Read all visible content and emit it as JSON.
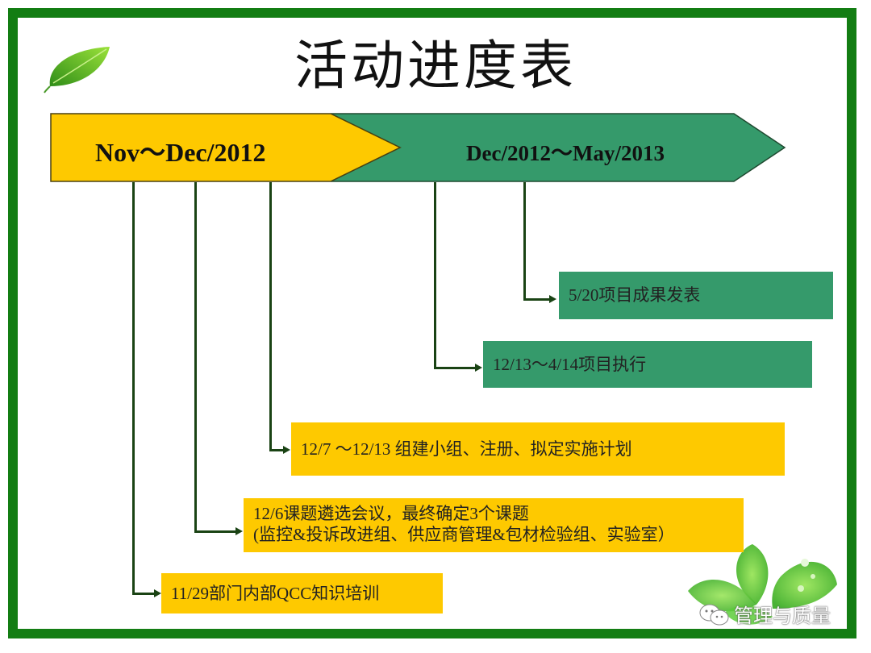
{
  "slide": {
    "title": "活动进度表",
    "border_color": "#137d13"
  },
  "phases": [
    {
      "label": "Nov～Dec/2012",
      "color": "#fec900"
    },
    {
      "label": "Dec/2012～May/2013",
      "color": "#359a6b"
    }
  ],
  "milestones": [
    {
      "text": "5/20项目成果发表",
      "phase": 2,
      "color": "#359a6b"
    },
    {
      "text": "12/13～4/14项目执行",
      "phase": 2,
      "color": "#359a6b"
    },
    {
      "text": "12/7 ～12/13 组建小组、注册、拟定实施计划",
      "phase": 1,
      "color": "#fec900"
    },
    {
      "text_line1": "12/6课题遴选会议，最终确定3个课题",
      "text_line2": "(监控&投诉改进组、供应商管理&包材检验组、实验室）",
      "phase": 1,
      "color": "#fec900"
    },
    {
      "text": "11/29部门内部QCC知识培训",
      "phase": 1,
      "color": "#fec900"
    }
  ],
  "decorations": {
    "top_left_icon": "leaf-icon",
    "bottom_right_icon": "leaves-icon"
  },
  "watermark": {
    "icon": "wechat-icon",
    "text": "管理与质量"
  }
}
